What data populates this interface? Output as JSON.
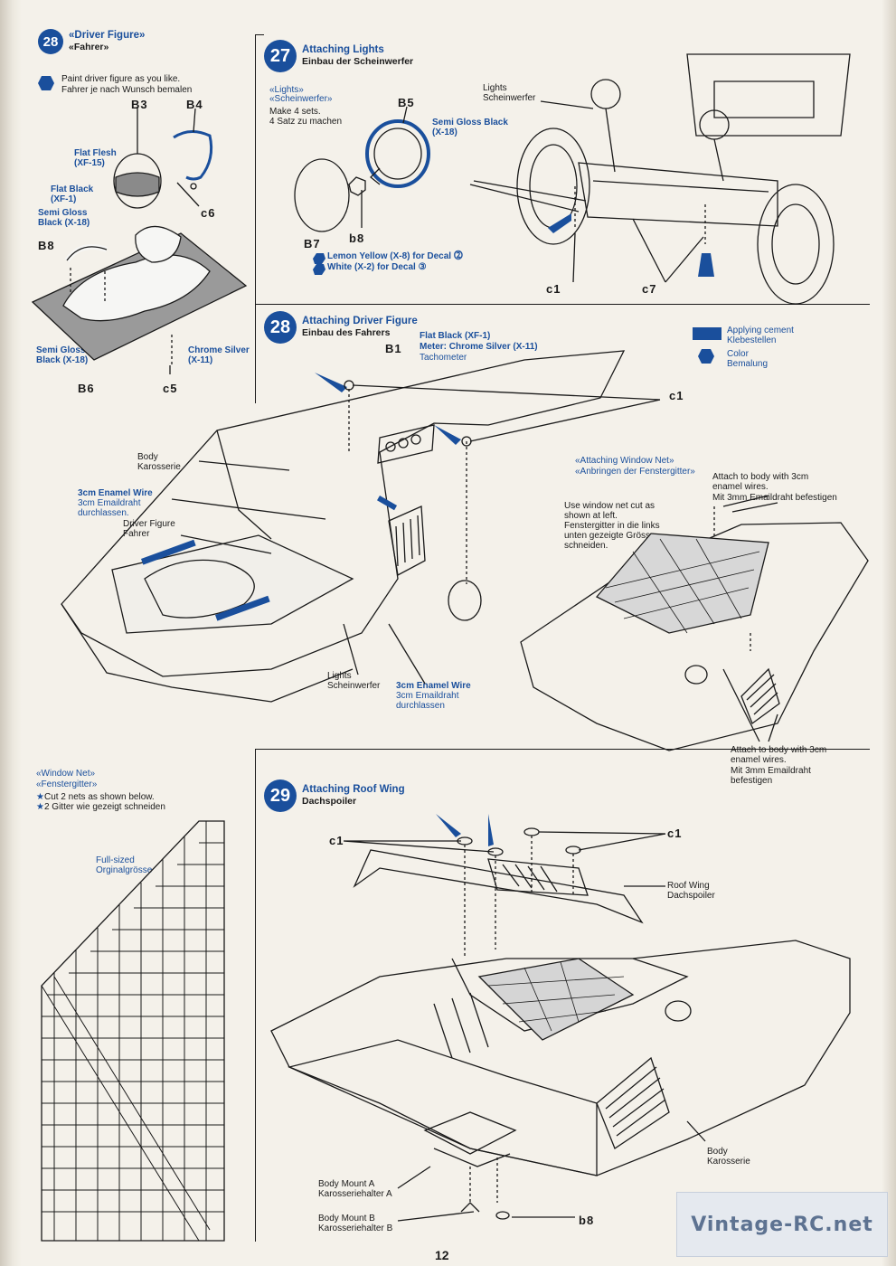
{
  "page_number": "12",
  "watermark": "Vintage-RC.net",
  "step28a": {
    "number": "28",
    "title": "«Driver Figure»",
    "title_de": "«Fahrer»",
    "paint_note": "Paint driver figure as you like.",
    "paint_note_de": "Fahrer je nach Wunsch bemalen",
    "parts": {
      "b3": "B3",
      "b4": "B4",
      "c6": "c6",
      "b8": "B8",
      "b6": "B6",
      "c5": "c5"
    },
    "colors": {
      "flat_flesh": "Flat Flesh",
      "flat_flesh_code": "(XF-15)",
      "flat_black": "Flat Black",
      "flat_black_code": "(XF-1)",
      "semi_gloss_1": "Semi Gloss",
      "semi_gloss_1b": "Black (X-18)",
      "semi_gloss_2": "Semi Gloss",
      "semi_gloss_2b": "Black (X-18)",
      "chrome": "Chrome Silver",
      "chrome_code": "(X-11)"
    }
  },
  "step27": {
    "number": "27",
    "title": "Attaching Lights",
    "title_de": "Einbau der Scheinwerfer",
    "sub": "«Lights»",
    "sub_de": "«Scheinwerfer»",
    "make": "Make 4 sets.",
    "make_de": "4 Satz zu machen",
    "parts": {
      "b5": "B5",
      "b7": "B7",
      "b8": "b8",
      "c1": "c1",
      "c7": "c7"
    },
    "semi_gloss": "Semi Gloss Black",
    "semi_gloss_code": "(X-18)",
    "lemon": "Lemon Yellow (X-8) for Decal ⓶",
    "white": "White (X-2) for Decal ③",
    "lights": "Lights",
    "lights_de": "Scheinwerfer"
  },
  "legend": {
    "cement": "Applying cement",
    "cement_de": "Klebestellen",
    "color": "Color",
    "color_de": "Bemalung"
  },
  "step28b": {
    "number": "28",
    "title": "Attaching Driver Figure",
    "title_de": "Einbau des Fahrers",
    "flat_black": "Flat Black (XF-1)",
    "meter": "Meter: Chrome Silver (X-11)",
    "meter_de": "Tachometer",
    "b1": "B1",
    "c1": "c1",
    "body": "Body",
    "body_de": "Karosserie",
    "enamel": "3cm Enamel Wire",
    "enamel_de": "3cm Emaildraht",
    "enamel_de2": "durchlassen.",
    "driver": "Driver Figure",
    "driver_de": "Fahrer",
    "lights": "Lights",
    "lights_de": "Scheinwerfer",
    "enamel2": "3cm Enamel Wire",
    "enamel2_de": "3cm Emaildraht",
    "enamel2_de2": "durchlassen"
  },
  "window_net_attach": {
    "title": "«Attaching Window Net»",
    "title_de": "«Anbringen der Fenstergitter»",
    "use1": "Use window net cut as",
    "use2": "shown at left.",
    "use_de1": "Fenstergitter in die links",
    "use_de2": "unten gezeigte Grösse",
    "use_de3": "schneiden.",
    "att1": "Attach to body with 3cm",
    "att2": "enamel wires.",
    "att_de": "Mit 3mm Emaildraht befestigen",
    "att3": "Attach to body with 3cm",
    "att4": "enamel wires.",
    "att_de2": "Mit 3mm Emaildraht",
    "att_de3": "befestigen"
  },
  "window_net": {
    "title": "«Window Net»",
    "title_de": "«Fenstergitter»",
    "cut": "Cut 2 nets as shown below.",
    "cut_de": "2 Gitter wie gezeigt schneiden",
    "full": "Full-sized",
    "full_de": "Orginalgrösse"
  },
  "step29": {
    "number": "29",
    "title": "Attaching Roof Wing",
    "title_de": "Dachspoiler",
    "c1a": "c1",
    "c1b": "c1",
    "roof": "Roof Wing",
    "roof_de": "Dachspoiler",
    "body": "Body",
    "body_de": "Karosserie",
    "mount_a": "Body Mount A",
    "mount_a_de": "Karosseriehalter A",
    "mount_b": "Body Mount B",
    "mount_b_de": "Karosseriehalter B",
    "b8": "b8"
  }
}
